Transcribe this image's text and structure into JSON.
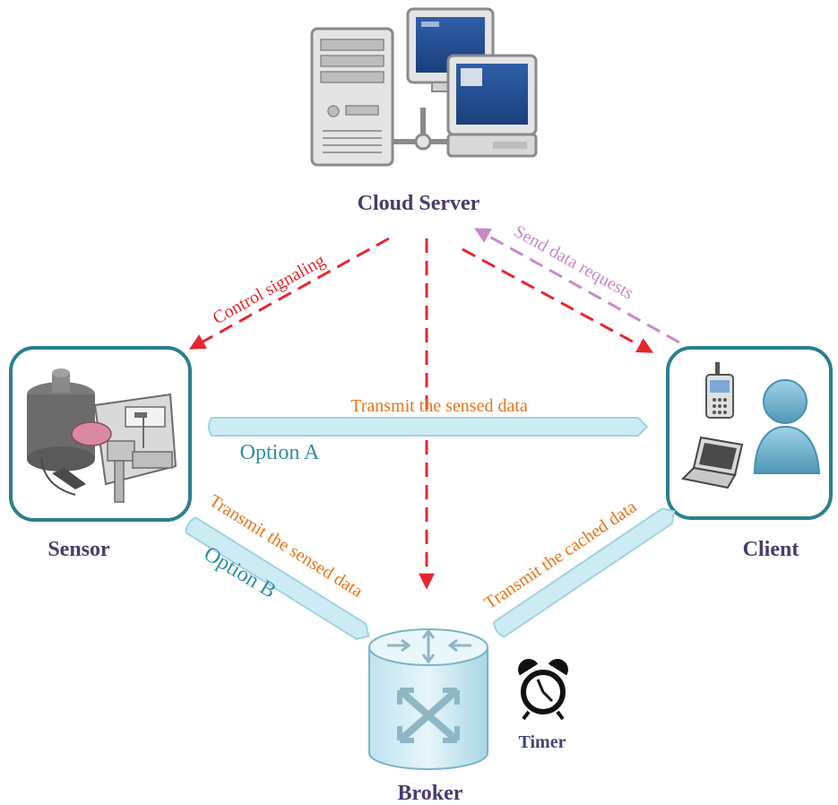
{
  "nodes": {
    "cloud_server": "Cloud Server",
    "sensor": "Sensor",
    "client": "Client",
    "broker": "Broker",
    "timer": "Timer"
  },
  "edges": {
    "control_signaling": "Control signaling",
    "send_data_requests": "Send data requests",
    "transmit_sensed_a": "Transmit the sensed data",
    "transmit_sensed_b": "Transmit  the sensed data",
    "transmit_cached": "Transmit the cached data"
  },
  "options": {
    "a": "Option A",
    "b": "Option B"
  },
  "colors": {
    "control_arrow": "#e8262e",
    "request_arrow": "#c98ac7",
    "data_text": "#e8751a",
    "option_text": "#2f8fa1",
    "frame": "#2b7f8f",
    "pipe_fill": "#cdebf2"
  }
}
